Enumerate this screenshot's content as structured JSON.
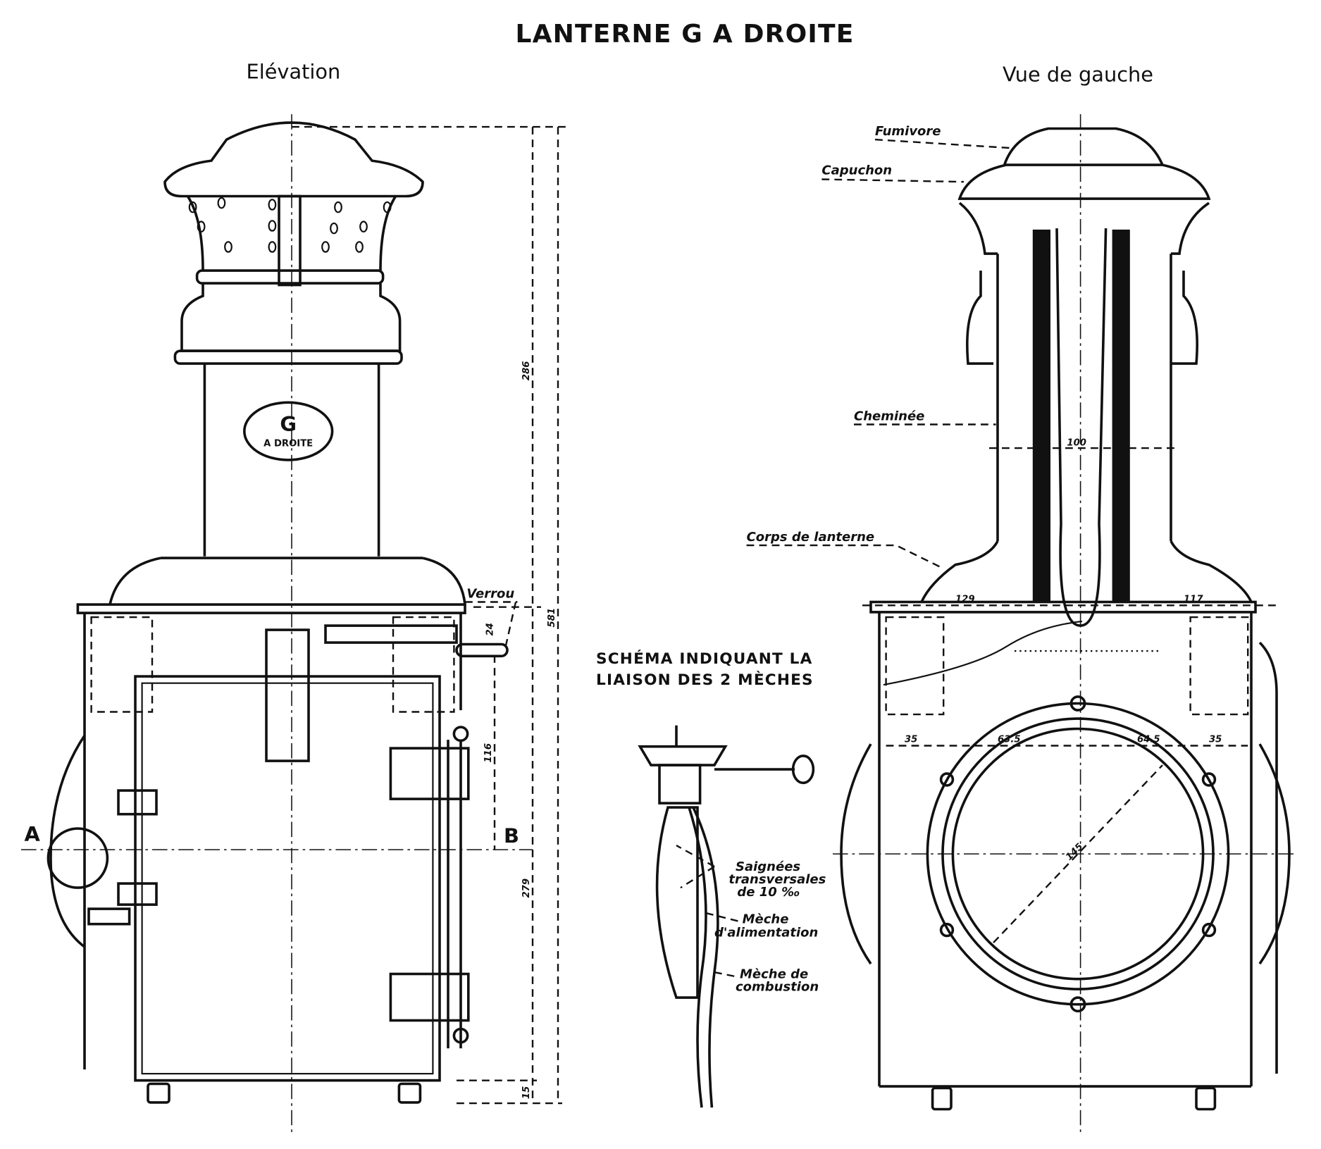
{
  "title": "LANTERNE G A DROITE",
  "views": {
    "elevation": "Elévation",
    "left_view": "Vue de gauche"
  },
  "badge": {
    "letter": "G",
    "text": "A DROITE"
  },
  "elevation_labels": {
    "verrou": "Verrou",
    "point_a": "A",
    "point_b": "B"
  },
  "elevation_dimensions": {
    "d286": "286",
    "d581": "581",
    "d24": "24",
    "d116": "116",
    "d279": "279",
    "d15": "15"
  },
  "schema": {
    "title_line1": "SCHÉMA INDIQUANT LA",
    "title_line2": "LIAISON DES 2 MÈCHES",
    "saignees_1": "Saignées",
    "saignees_2": "transversales",
    "saignees_3": "de 10 ‰",
    "meche_alim_1": "Mèche",
    "meche_alim_2": "d'alimentation",
    "meche_comb_1": "Mèche de",
    "meche_comb_2": "combustion"
  },
  "left_view_labels": {
    "fumivore": "Fumivore",
    "capuchon": "Capuchon",
    "cheminee": "Cheminée",
    "corps": "Corps de lanterne"
  },
  "left_view_dimensions": {
    "d100": "100",
    "d129": "129",
    "d117": "117",
    "d35a": "35",
    "d63_5": "63.5",
    "d64_5": "64.5",
    "d35b": "35",
    "d145": "145"
  }
}
